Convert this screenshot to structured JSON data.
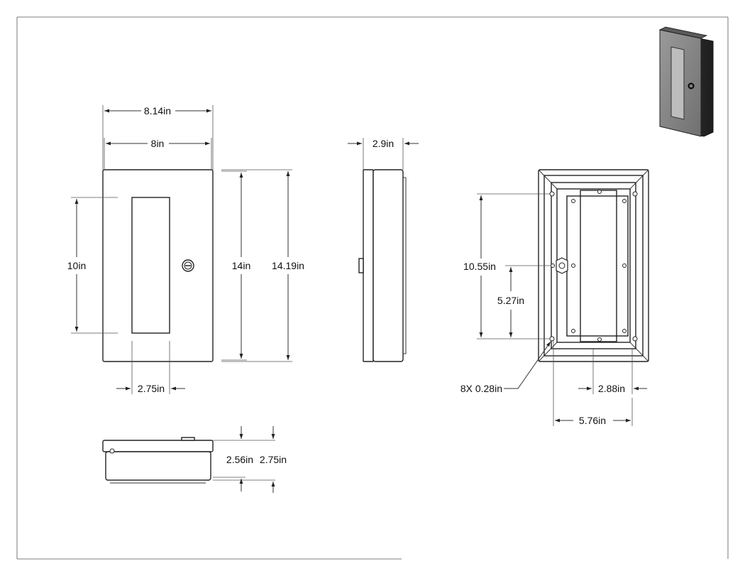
{
  "dimensions": {
    "overall_width": "8.14in",
    "width": "8in",
    "depth": "2.9in",
    "window_height": "10in",
    "height": "14in",
    "overall_height": "14.19in",
    "window_width": "2.75in",
    "bottom_depth_inner": "2.56in",
    "bottom_depth_outer": "2.75in",
    "mount_vertical": "10.55in",
    "mount_half_vertical": "5.27in",
    "holes": "8X 0.28in",
    "mount_half_horizontal": "2.88in",
    "mount_horizontal": "5.76in"
  }
}
